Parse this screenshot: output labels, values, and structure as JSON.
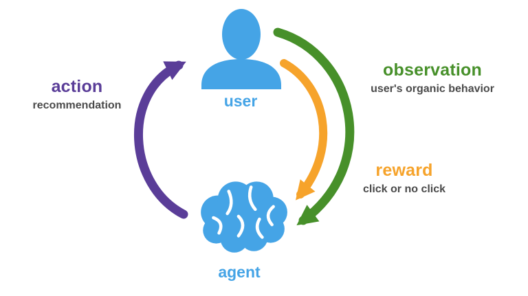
{
  "colors": {
    "blue": "#45a4e6",
    "purple": "#5a3d98",
    "green": "#47902a",
    "orange": "#f6a32b",
    "text_dark": "#4a4a4a",
    "background": "#ffffff"
  },
  "nodes": {
    "user": {
      "label": "user",
      "icon": "person-icon"
    },
    "agent": {
      "label": "agent",
      "icon": "brain-icon"
    }
  },
  "edges": {
    "action": {
      "label": "action",
      "description": "recommendation",
      "from": "agent",
      "to": "user"
    },
    "observation": {
      "label": "observation",
      "description": "user's organic behavior",
      "from": "user",
      "to": "agent"
    },
    "reward": {
      "label": "reward",
      "description": "click or no click",
      "from": "user",
      "to": "agent"
    }
  }
}
